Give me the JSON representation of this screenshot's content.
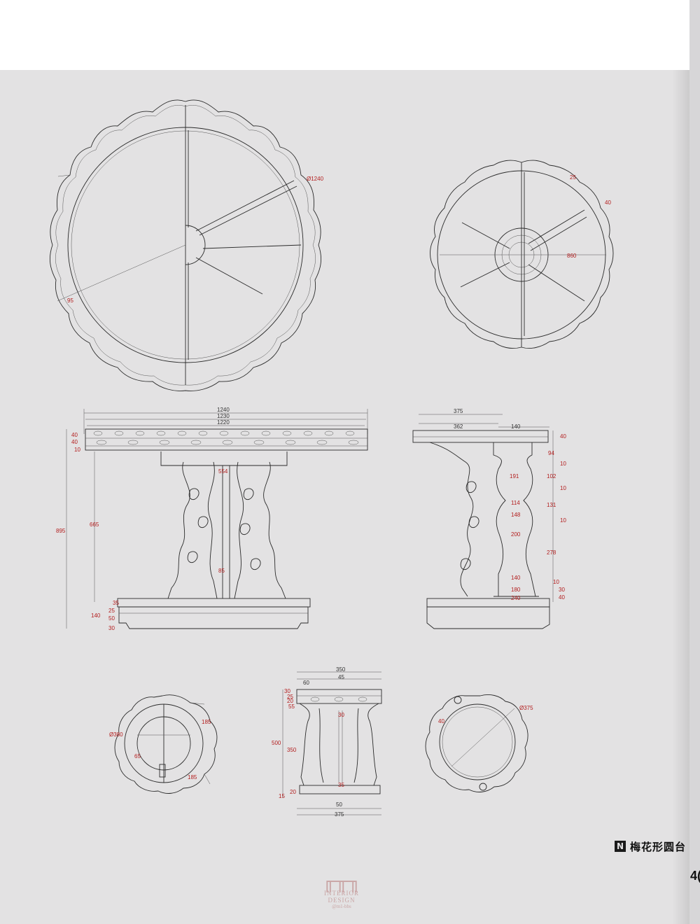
{
  "caption": {
    "title": "梅花形圆台"
  },
  "page_number": "4(",
  "watermark": {
    "line1": "INTERIOR DESIGN",
    "line2": "@m1-bbs"
  },
  "dimensions": {
    "top_table": {
      "diameter": "Ø1240",
      "rim": "95"
    },
    "top_base": {
      "d1": "25",
      "d2": "40",
      "d3": "860"
    },
    "front": {
      "w1": "1240",
      "w2": "1230",
      "w3": "1220",
      "l40a": "40",
      "l40b": "40",
      "l10": "10",
      "l895": "895",
      "l665": "665",
      "l554": "554",
      "l85": "85",
      "l35": "35",
      "l25": "25",
      "l50": "50",
      "l140": "140",
      "l30": "30"
    },
    "side": {
      "w375": "375",
      "w362": "362",
      "w140": "140",
      "r40": "40",
      "r94": "94",
      "r10a": "10",
      "r102": "102",
      "r10b": "10",
      "r131": "131",
      "r10c": "10",
      "r278": "278",
      "r10d": "10",
      "r30": "30",
      "r40b": "40",
      "d191": "191",
      "d114": "114",
      "d148": "148",
      "d200": "200",
      "d140": "140",
      "d180": "180",
      "d240": "240"
    },
    "stool_base": {
      "diameter": "Ø380",
      "a185": "185",
      "b185": "185",
      "c65": "65"
    },
    "stool_front": {
      "w350": "350",
      "w45": "45",
      "w60": "60",
      "w50": "50",
      "w375": "375",
      "h30": "30",
      "h25": "25",
      "h20": "20",
      "h55": "55",
      "h500": "500",
      "h350": "350",
      "h15": "15",
      "h20b": "20",
      "h30c": "30",
      "h35": "35"
    },
    "stool_top": {
      "diameter": "Ø375",
      "d40": "40"
    }
  }
}
